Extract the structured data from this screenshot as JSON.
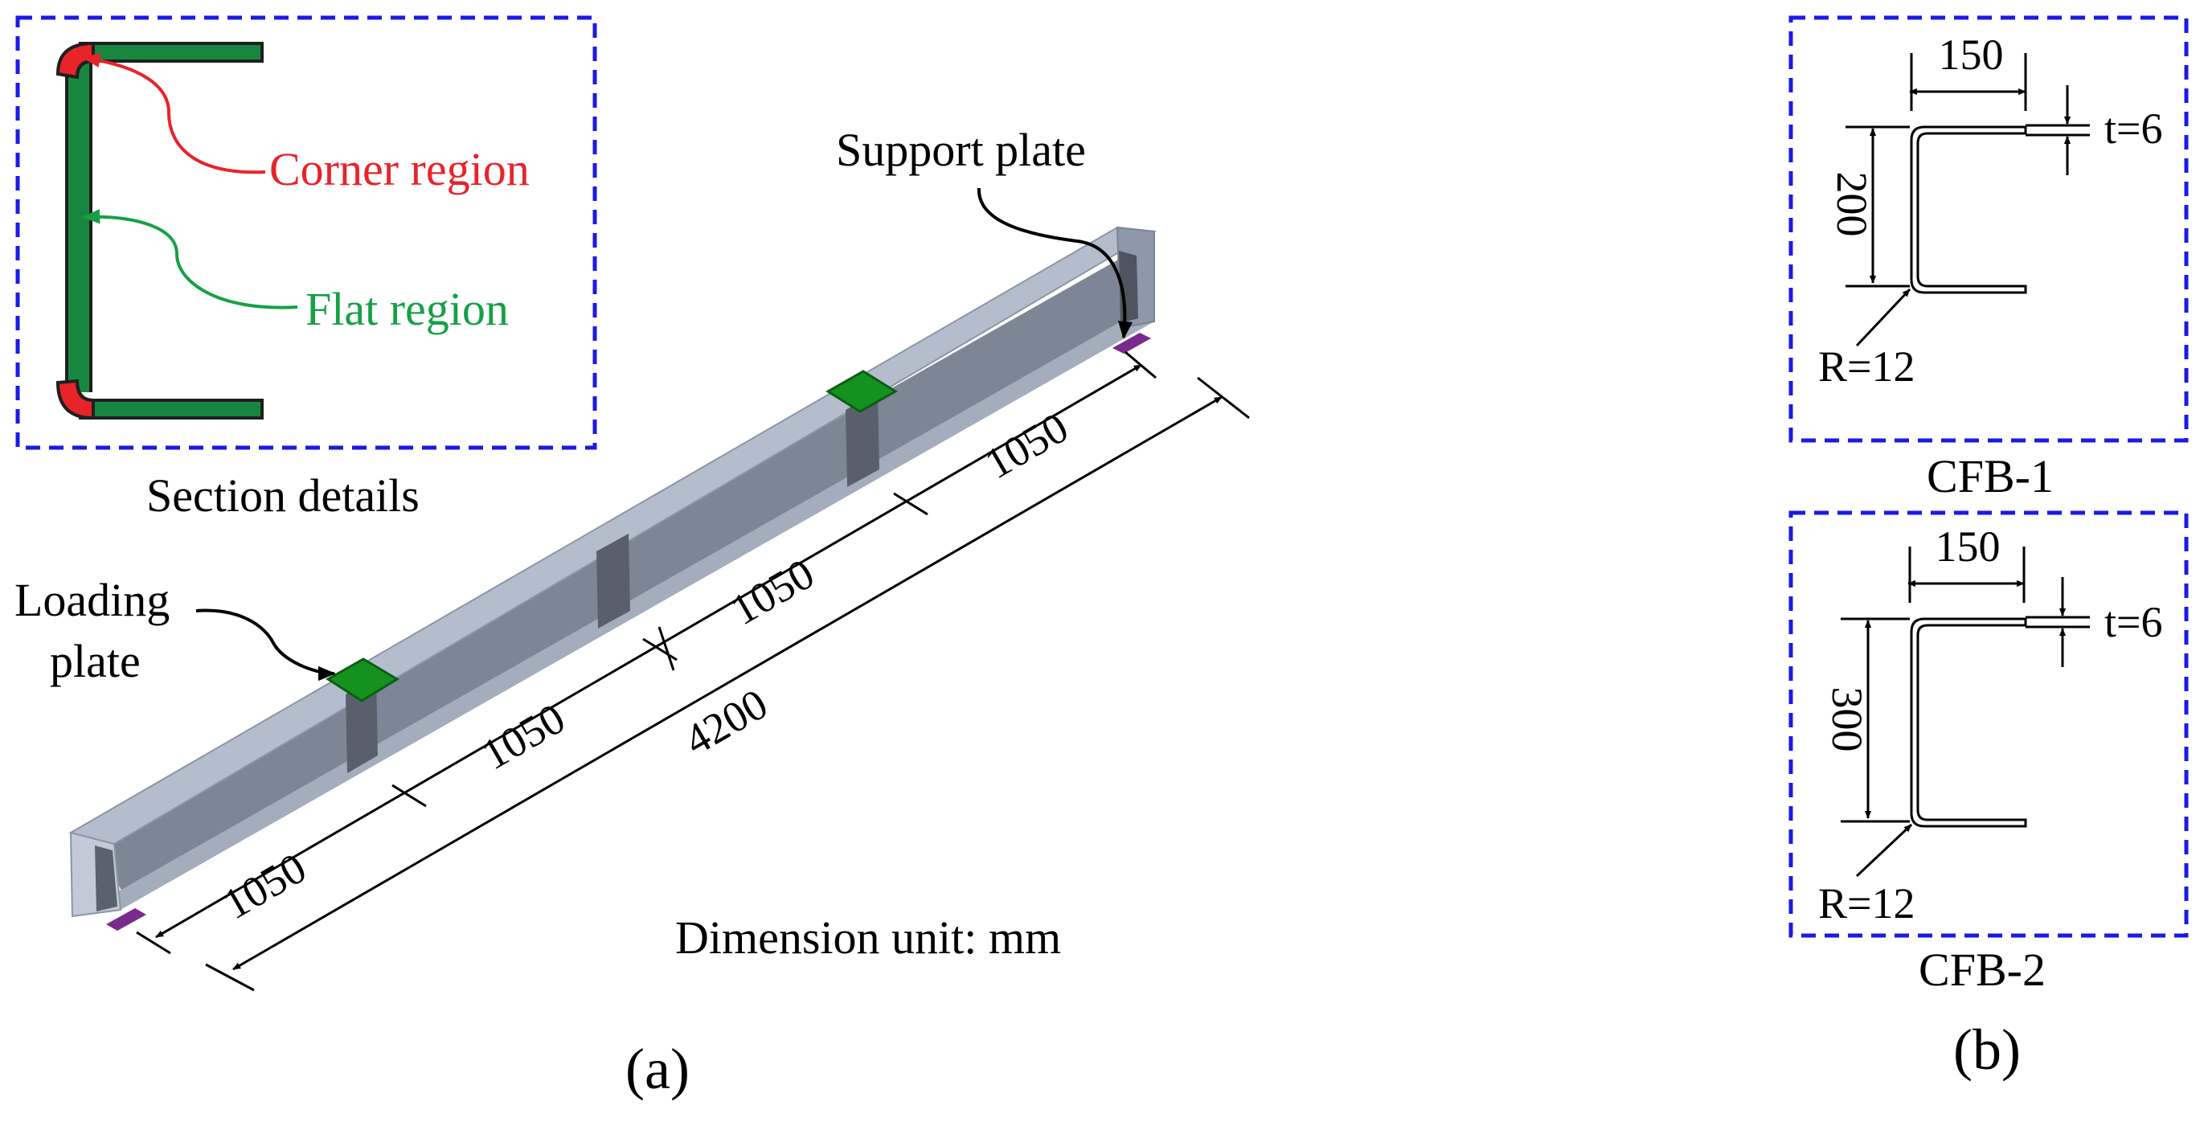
{
  "panel_a": {
    "label": "(a)",
    "section_details": {
      "caption": "Section details",
      "corner_label": "Corner region",
      "flat_label": "Flat region",
      "corner_color": "#e8232a",
      "flat_color": "#16a046",
      "fill_color": "#17873f"
    },
    "support_plate_label": "Support plate",
    "loading_plate_label_line1": "Loading",
    "loading_plate_label_line2": "plate",
    "spans": [
      "1050",
      "1050",
      "1050",
      "1050"
    ],
    "total_length": "4200",
    "unit_note": "Dimension unit: mm"
  },
  "panel_b": {
    "label": "(b)",
    "specimens": [
      {
        "name": "CFB-1",
        "flange_width": "150",
        "depth": "200",
        "thickness": "t=6",
        "radius": "R=12"
      },
      {
        "name": "CFB-2",
        "flange_width": "150",
        "depth": "300",
        "thickness": "t=6",
        "radius": "R=12"
      }
    ]
  },
  "colors": {
    "frame": "#1a1ae6",
    "beam_top": "#a9b4c6",
    "beam_web": "#6e7785",
    "loading_plate": "#14911f",
    "support_plate": "#7a2a8c"
  }
}
